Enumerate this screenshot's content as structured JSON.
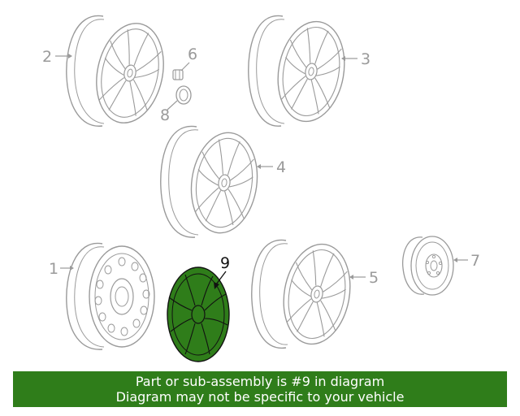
{
  "diagram": {
    "callouts": {
      "c1": "1",
      "c2": "2",
      "c3": "3",
      "c4": "4",
      "c5": "5",
      "c6": "6",
      "c7": "7",
      "c8": "8",
      "c9": "9"
    },
    "highlighted_part": "9",
    "colors": {
      "highlight": "#2f7d1a",
      "line": "#9a9a9a",
      "banner": "#2f7d1a"
    }
  },
  "banner": {
    "line1": "Part or sub-assembly is #9 in diagram",
    "line2": "Diagram may not be specific to your vehicle"
  }
}
